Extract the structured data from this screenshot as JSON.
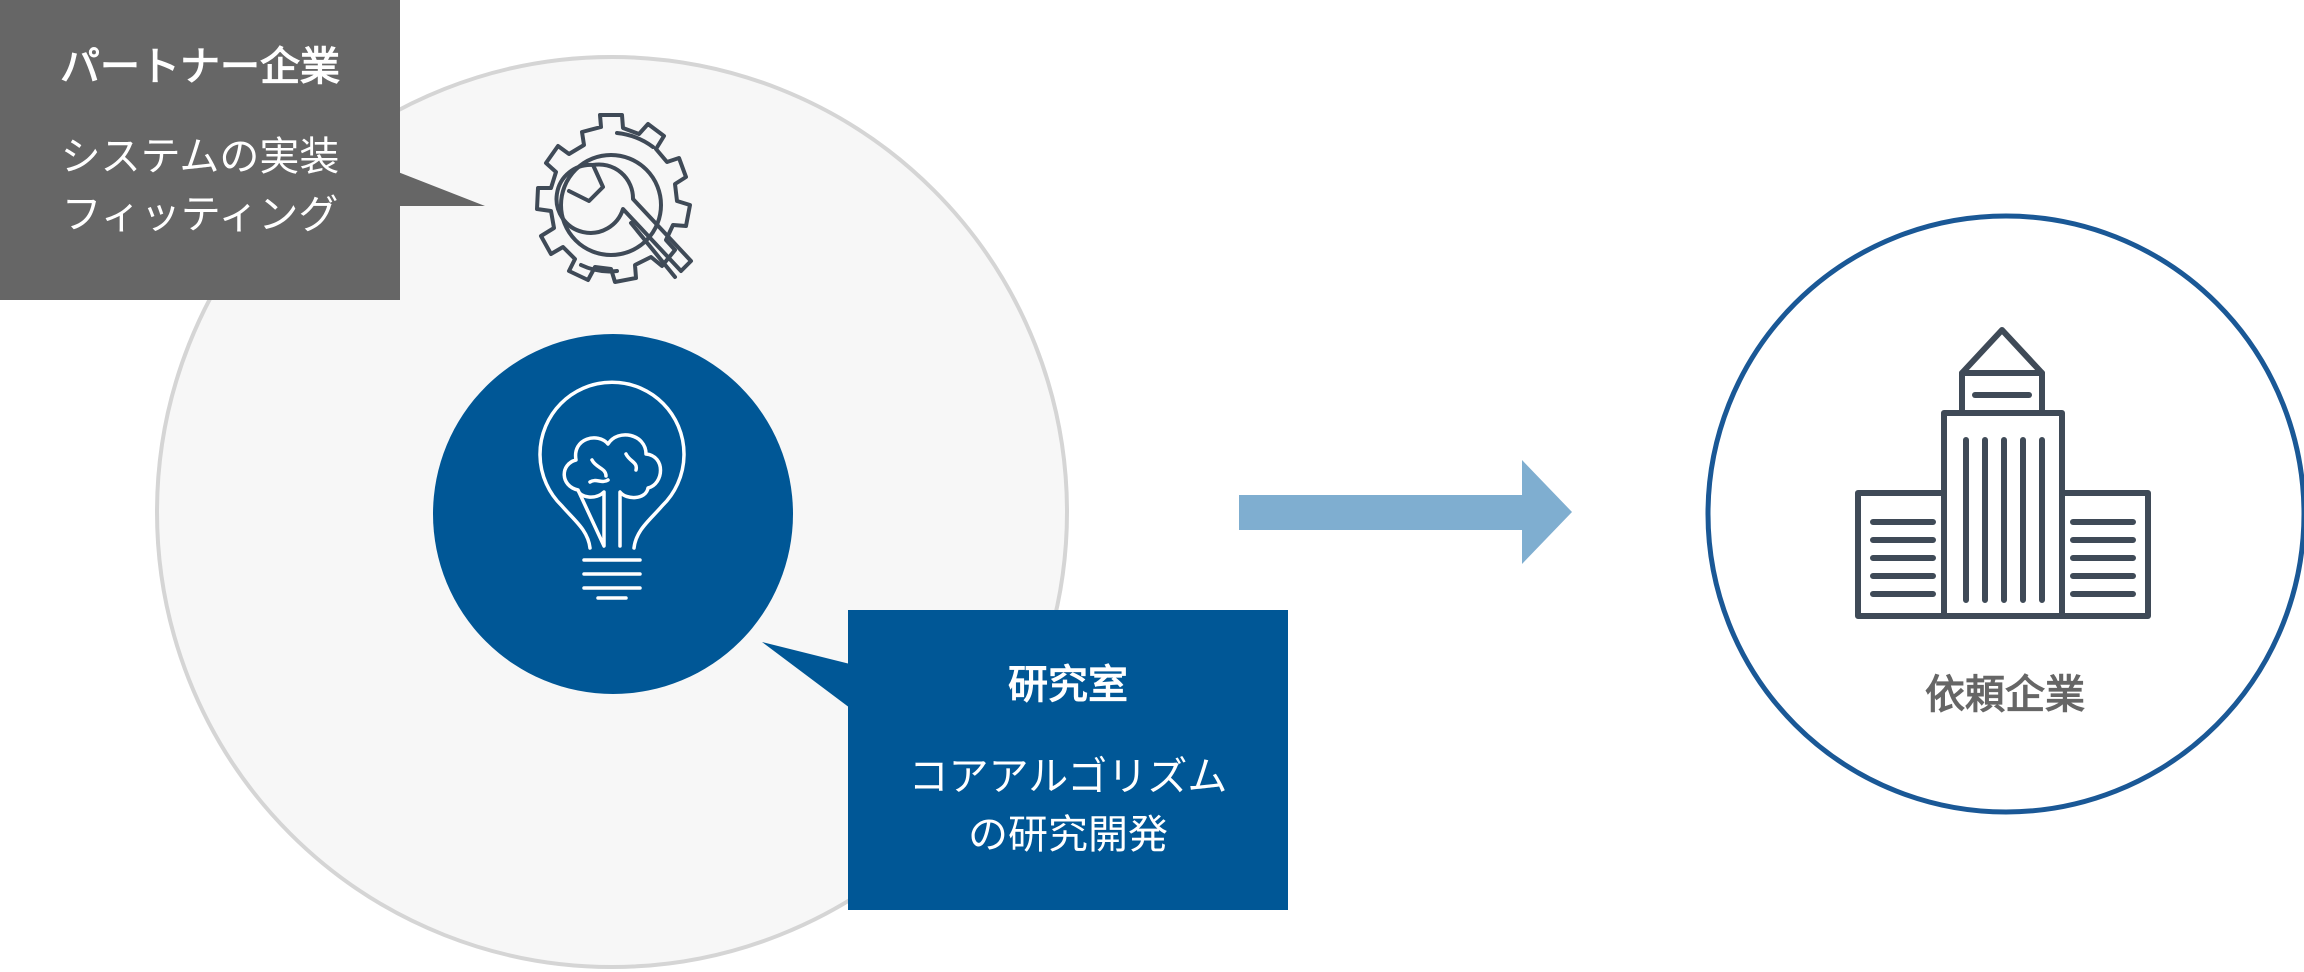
{
  "partner": {
    "title": "パートナー企業",
    "line1": "システムの実装",
    "line2": "フィッティング",
    "icon": "gear-wrench-icon"
  },
  "lab": {
    "title": "研究室",
    "line1": "コアアルゴリズム",
    "line2": "の研究開発",
    "icon": "lightbulb-brain-icon"
  },
  "client": {
    "label": "依頼企業",
    "icon": "office-building-icon"
  },
  "colors": {
    "lab_blue": "#005796",
    "partner_gray": "#666666",
    "arrow": "#7FAED0",
    "client_ring": "#1A5896",
    "outer_circle_fill": "#F7F7F7",
    "outer_circle_stroke": "#D5D5D5",
    "icon_stroke": "#3F4A57"
  }
}
